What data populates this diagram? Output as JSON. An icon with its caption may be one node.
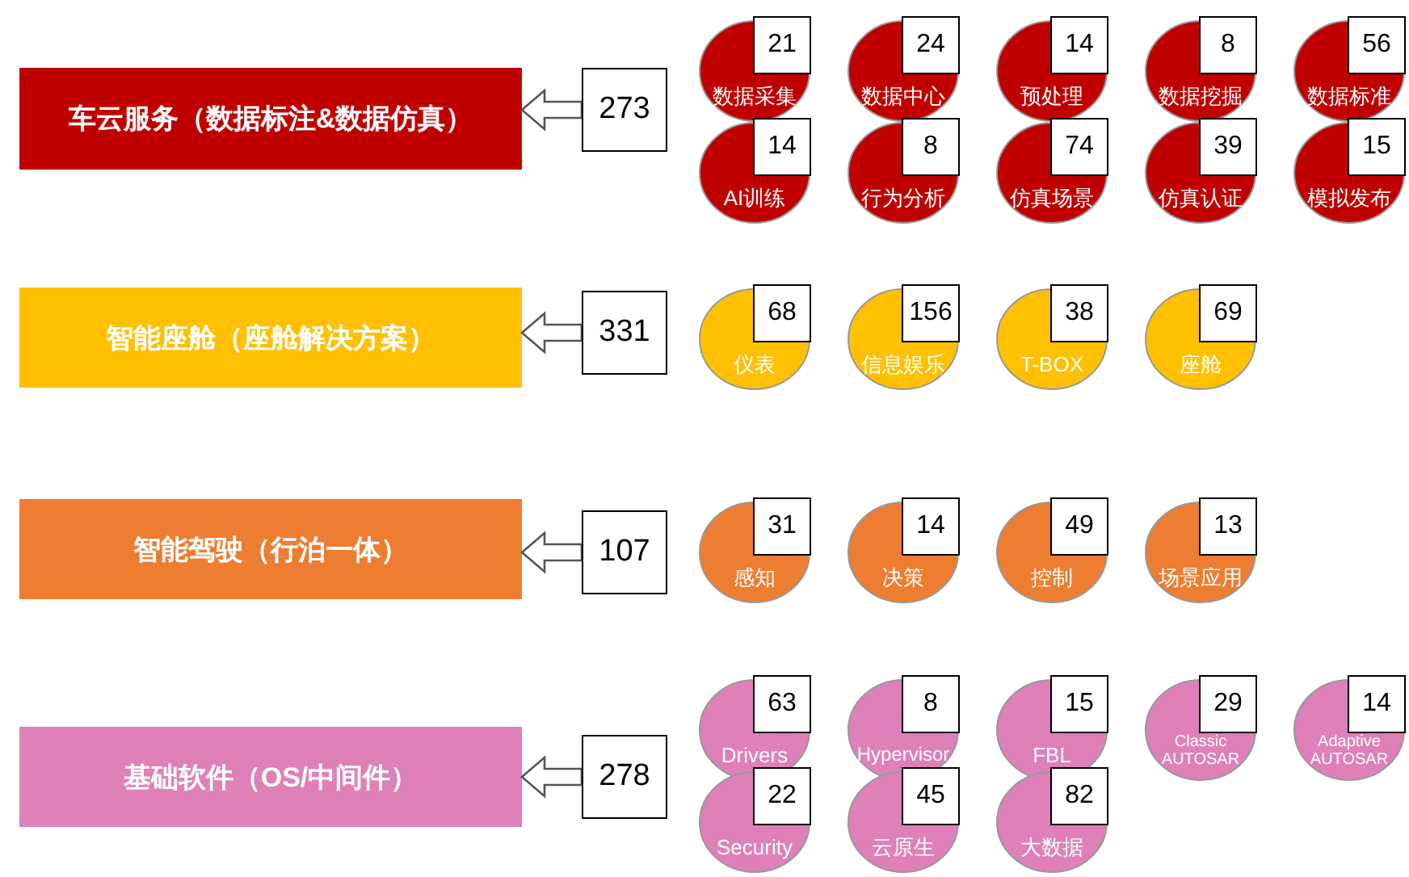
{
  "diagram": {
    "nodes": [
      {
        "text": [
          "车云服务（数据标注&数据仿真）"
        ]
      },
      {
        "text": [
          "273"
        ]
      },
      {
        "text": [
          "21",
          "数据采集"
        ]
      },
      {
        "text": [
          "24",
          "数据中心"
        ]
      },
      {
        "text": [
          "14",
          "预处理"
        ]
      },
      {
        "text": [
          "8",
          "数据挖掘"
        ]
      },
      {
        "text": [
          "56",
          "数据标准"
        ]
      },
      {
        "text": [
          "14",
          "AI训练"
        ]
      },
      {
        "text": [
          "8",
          "行为分析"
        ]
      },
      {
        "text": [
          "74",
          "仿真场景"
        ]
      },
      {
        "text": [
          "39",
          "仿真认证"
        ]
      },
      {
        "text": [
          "15",
          "模拟发布"
        ]
      },
      {
        "text": [
          "智能座舱（座舱解决方案）"
        ]
      },
      {
        "text": [
          "331"
        ]
      },
      {
        "text": [
          "68",
          "仪表"
        ]
      },
      {
        "text": [
          "156",
          "信息娱乐"
        ]
      },
      {
        "text": [
          "38",
          "T-BOX"
        ]
      },
      {
        "text": [
          "69",
          "座舱"
        ]
      },
      {
        "text": [
          "智能驾驶（行泊一体）"
        ]
      },
      {
        "text": [
          "107"
        ]
      },
      {
        "text": [
          "31",
          "感知"
        ]
      },
      {
        "text": [
          "14",
          "决策"
        ]
      },
      {
        "text": [
          "49",
          "控制"
        ]
      },
      {
        "text": [
          "13",
          "场景应用"
        ]
      },
      {
        "text": [
          "基础软件（OS/中间件）"
        ]
      },
      {
        "text": [
          "278"
        ]
      },
      {
        "text": [
          "63",
          "Drivers"
        ]
      },
      {
        "text": [
          "8",
          "Hypervisor"
        ]
      },
      {
        "text": [
          "15",
          "FBL"
        ]
      },
      {
        "text": [
          "29",
          "Classic AUTOSAR"
        ]
      },
      {
        "text": [
          "14",
          "Adaptive AUTOSAR"
        ]
      },
      {
        "text": [
          "22",
          "Security"
        ]
      },
      {
        "text": [
          "45",
          "云原生"
        ]
      },
      {
        "text": [
          "82",
          "大数据"
        ]
      }
    ],
    "edges": [
      {
        "from": 1,
        "to": 0,
        "arrow": "to"
      },
      {
        "from": 13,
        "to": 12,
        "arrow": "to"
      },
      {
        "from": 19,
        "to": 18,
        "arrow": "to"
      },
      {
        "from": 25,
        "to": 24,
        "arrow": "to"
      }
    ]
  }
}
